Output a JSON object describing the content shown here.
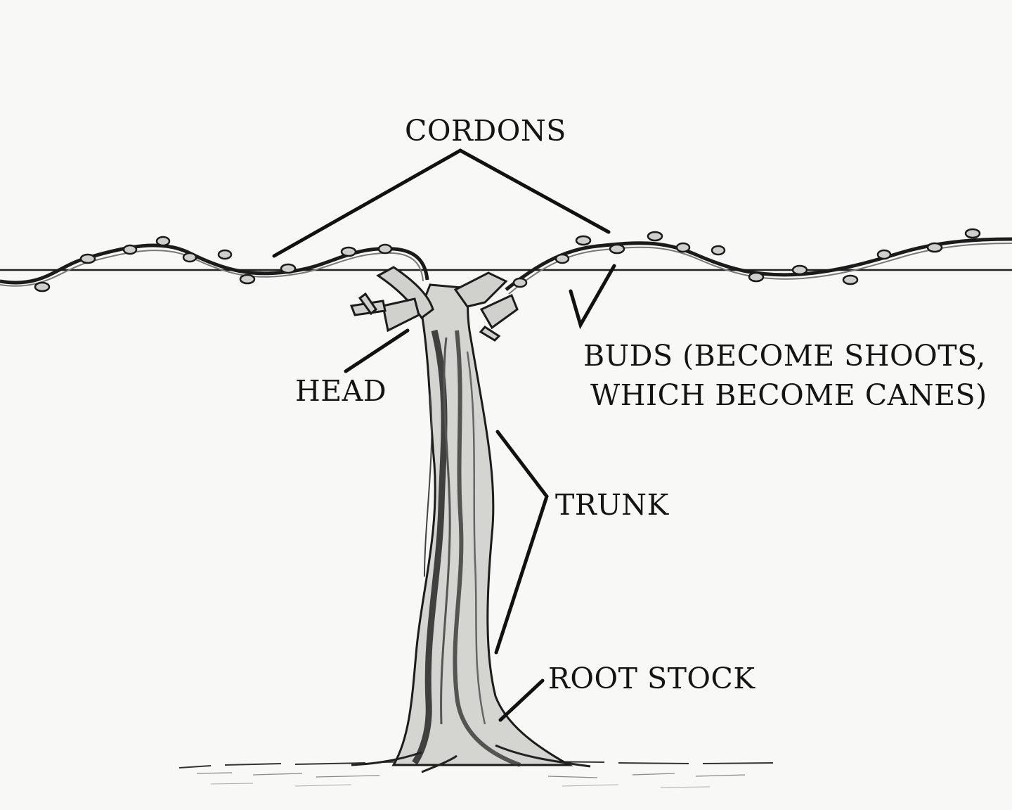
{
  "labels": {
    "cordons": "CORDONS",
    "head": "HEAD",
    "buds_line1": "BUDS (BECOME SHOOTS,",
    "buds_line2": "WHICH BECOME CANES)",
    "trunk": "TRUNK",
    "root_stock": "ROOT STOCK"
  },
  "colors": {
    "ink": "#141414",
    "background": "#f8f8f6"
  }
}
